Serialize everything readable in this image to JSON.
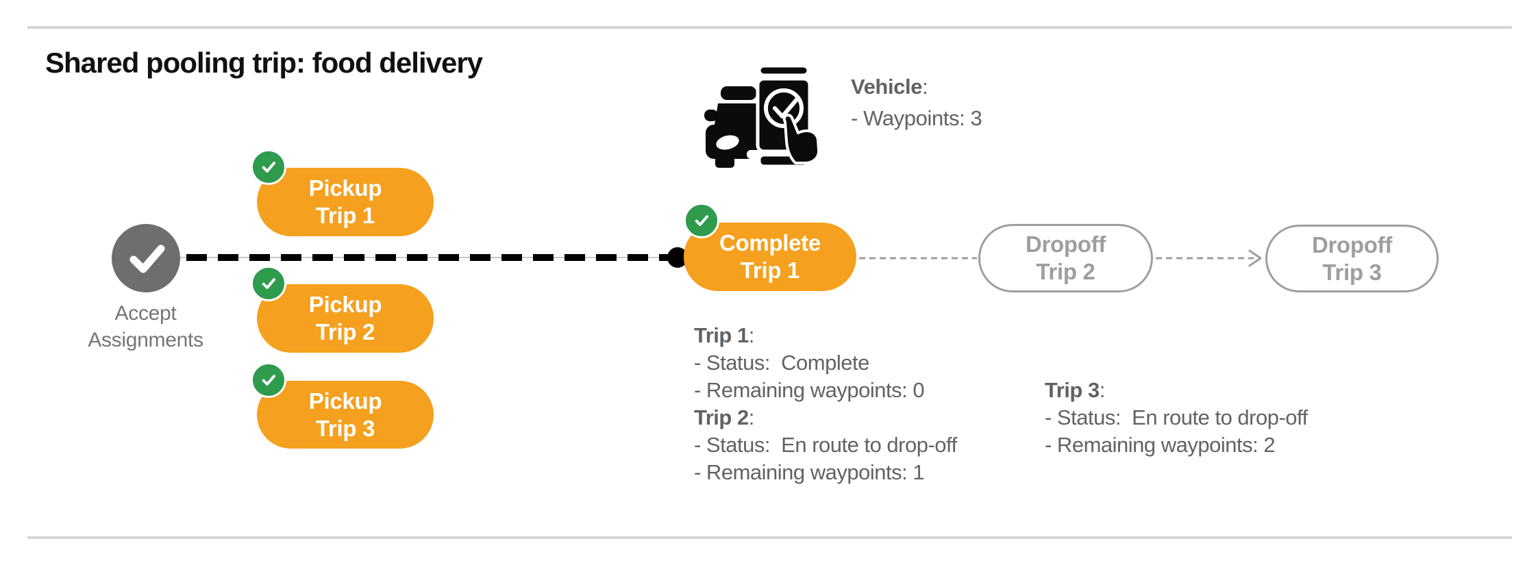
{
  "title": "Shared pooling trip: food delivery",
  "labels": {
    "colon": ":"
  },
  "vehicle": {
    "label": "Vehicle",
    "waypoints": "- Waypoints: 3"
  },
  "flow": {
    "accept": {
      "line1": "Accept",
      "line2": "Assignments"
    },
    "pickups": [
      {
        "line1": "Pickup",
        "line2": "Trip 1"
      },
      {
        "line1": "Pickup",
        "line2": "Trip 2"
      },
      {
        "line1": "Pickup",
        "line2": "Trip 3"
      }
    ],
    "complete": {
      "line1": "Complete",
      "line2": "Trip 1"
    },
    "dropoffs": [
      {
        "line1": "Dropoff",
        "line2": "Trip 2"
      },
      {
        "line1": "Dropoff",
        "line2": "Trip 3"
      }
    ]
  },
  "trips": [
    {
      "heading": "Trip 1",
      "lines": [
        "- Status:  Complete",
        "- Remaining waypoints: 0"
      ]
    },
    {
      "heading": "Trip 2",
      "lines": [
        "- Status:  En route to drop-off",
        "- Remaining waypoints: 1"
      ]
    },
    {
      "heading": "Trip 3",
      "lines": [
        "- Status:  En route to drop-off",
        "- Remaining waypoints: 2"
      ]
    }
  ],
  "colors": {
    "orange": "#F5A01E",
    "green": "#2F9B4D",
    "gray_node": "#6E6E6E",
    "label_gray": "#757575",
    "text_gray": "#5F6368",
    "muted": "#9E9E9E",
    "line": "#D5D5D5",
    "ink": "#111111"
  }
}
